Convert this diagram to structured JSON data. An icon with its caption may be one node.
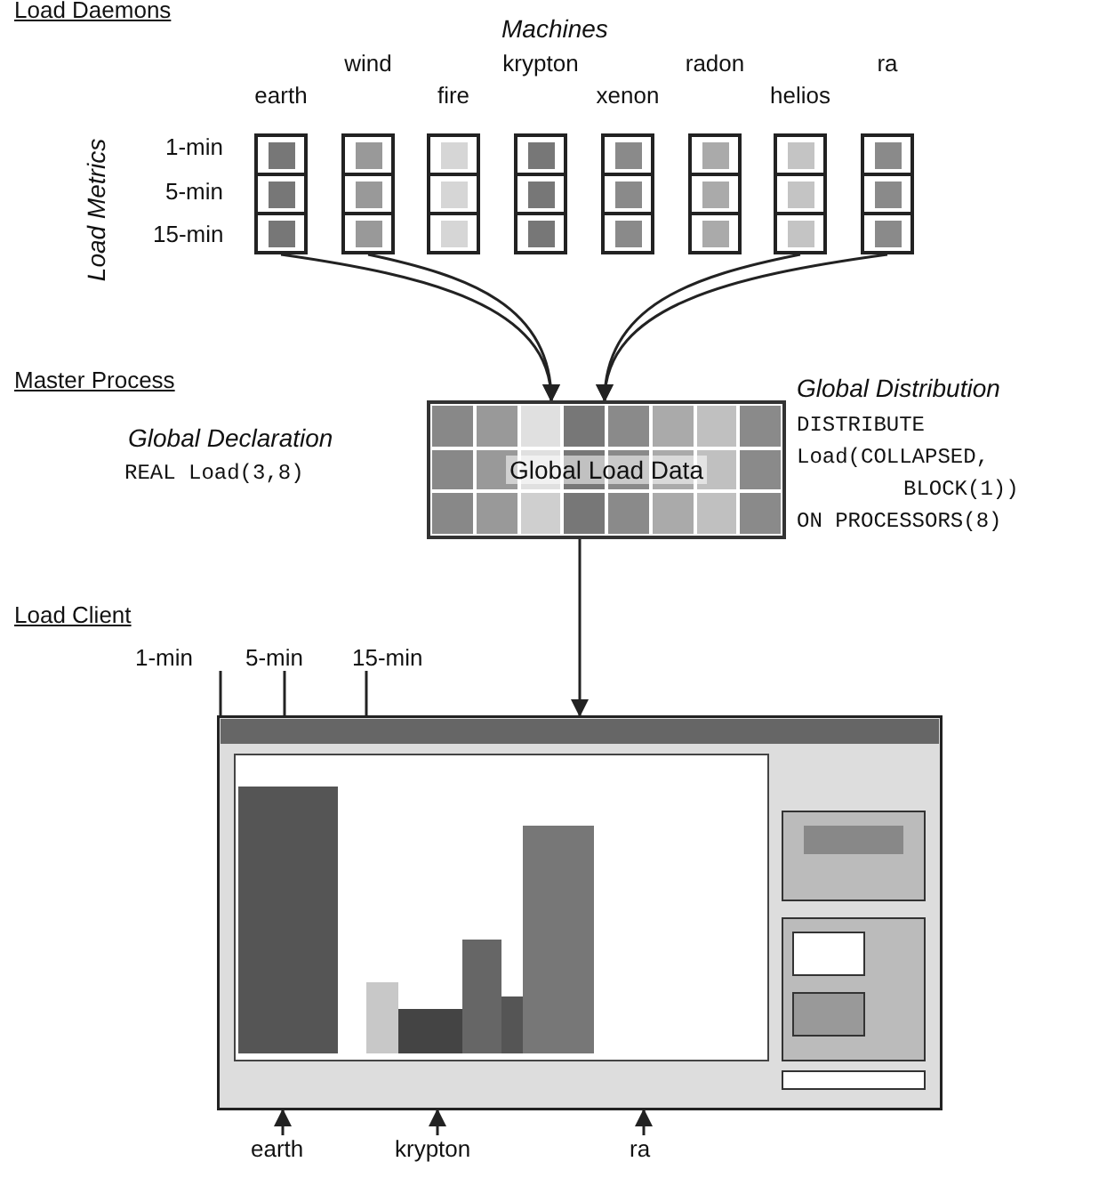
{
  "diagram": {
    "nodes": [
      {
        "text": [
          "earth"
        ]
      },
      {
        "text": [
          "wind"
        ]
      },
      {
        "text": [
          "fire"
        ]
      },
      {
        "text": [
          "krypton"
        ]
      },
      {
        "text": [
          "xenon"
        ]
      },
      {
        "text": [
          "radon"
        ]
      },
      {
        "text": [
          "helios"
        ]
      },
      {
        "text": [
          "ra"
        ]
      },
      {
        "text": [
          "Global Load Data"
        ]
      },
      {
        "text": [],
        "shape": "picture"
      },
      {
        "text": [
          "1-min"
        ]
      },
      {
        "text": [
          "5-min"
        ]
      },
      {
        "text": [
          "15-min"
        ]
      },
      {
        "text": [
          "earth"
        ]
      },
      {
        "text": [
          "krypton"
        ]
      },
      {
        "text": [
          "ra"
        ]
      }
    ],
    "edges": [
      {
        "from": 0,
        "to": 8,
        "arrow": "to"
      },
      {
        "from": 1,
        "to": 8,
        "arrow": "to"
      },
      {
        "from": 6,
        "to": 8,
        "arrow": "to"
      },
      {
        "from": 7,
        "to": 8,
        "arrow": "to"
      },
      {
        "from": 8,
        "to": 9,
        "arrow": "to"
      },
      {
        "from": 10,
        "to": 9,
        "arrow": "none"
      },
      {
        "from": 11,
        "to": 9,
        "arrow": "none"
      },
      {
        "from": 12,
        "to": 9,
        "arrow": "none"
      },
      {
        "from": 13,
        "to": 9,
        "arrow": "to"
      },
      {
        "from": 14,
        "to": 9,
        "arrow": "to"
      },
      {
        "from": 15,
        "to": 9,
        "arrow": "to"
      }
    ],
    "labels": [
      "Load Daemons",
      "Machines",
      "Load Metrics",
      "1-min",
      "5-min",
      "15-min",
      "Master Process",
      "Global Declaration",
      "REAL Load(3,8)",
      "Global Distribution",
      "DISTRIBUTE",
      "Load(COLLAPSED,",
      "BLOCK(1))",
      "ON PROCESSORS(8)",
      "Load Client"
    ]
  }
}
